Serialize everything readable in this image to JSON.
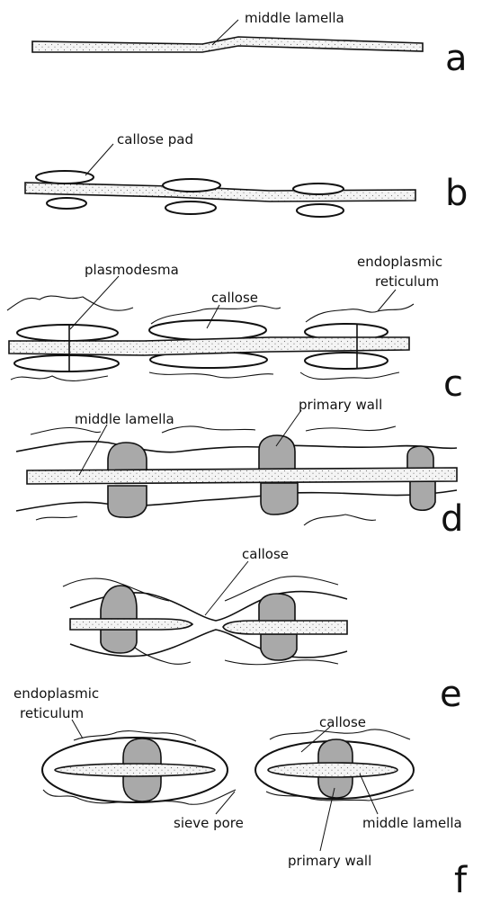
{
  "figure": {
    "panels": [
      {
        "letter": "a",
        "labels": [
          "middle lamella"
        ]
      },
      {
        "letter": "b",
        "labels": [
          "callose pad"
        ]
      },
      {
        "letter": "c",
        "labels": [
          "plasmodesma",
          "callose",
          "endoplasmic",
          "reticulum"
        ]
      },
      {
        "letter": "d",
        "labels": [
          "middle lamella",
          "primary wall"
        ]
      },
      {
        "letter": "e",
        "labels": [
          "callose"
        ]
      },
      {
        "letter": "f",
        "labels": [
          "endoplasmic",
          "reticulum",
          "callose",
          "sieve pore",
          "middle lamella",
          "primary wall"
        ]
      }
    ]
  }
}
